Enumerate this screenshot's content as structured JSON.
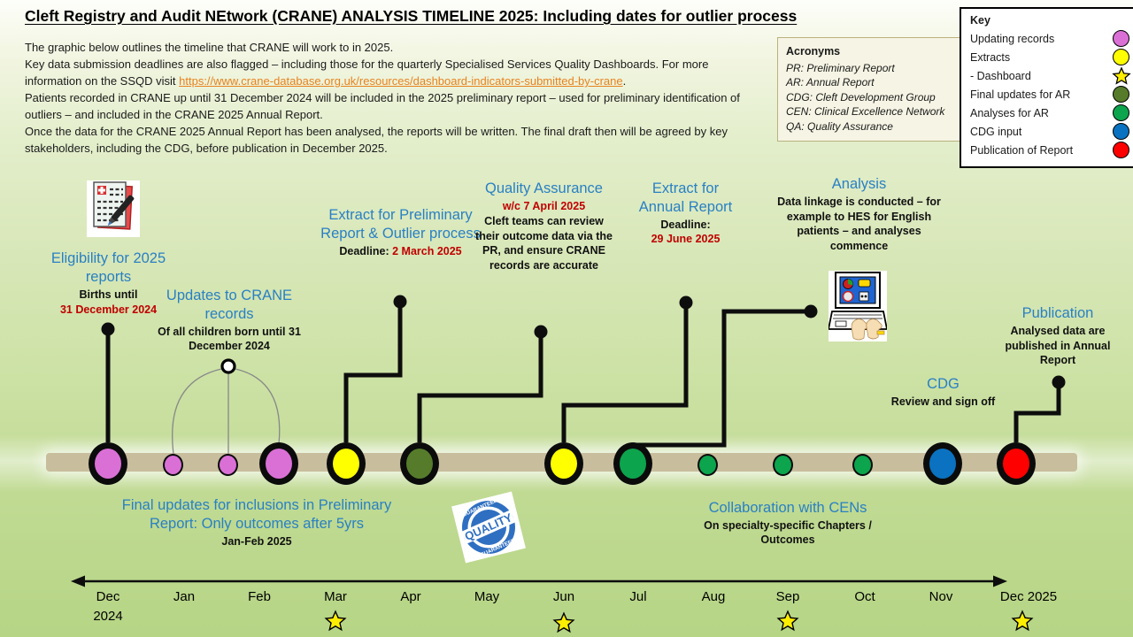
{
  "title": "Cleft Registry and Audit NEtwork (CRANE) ANALYSIS TIMELINE 2025: Including dates for outlier process",
  "intro": {
    "p1": "The graphic below outlines the timeline that CRANE will work to in 2025.",
    "p2_pre": "Key data submission deadlines are also flagged – including those for the quarterly Specialised Services Quality Dashboards. For more information on the SSQD visit ",
    "link_text": "https://www.crane-database.org.uk/resources/dashboard-indicators-submitted-by-crane",
    "p2_post": ".",
    "p3": "Patients recorded in CRANE up until 31 December 2024 will be included in the 2025 preliminary report – used for preliminary identification of outliers – and included in the CRANE 2025 Annual Report.",
    "p4": "Once the data for the CRANE 2025 Annual Report has been analysed, the reports will be written. The final draft then will be agreed by key stakeholders, including the CDG, before publication in December 2025."
  },
  "acronyms": {
    "title": "Acronyms",
    "items": [
      "PR: Preliminary Report",
      "AR: Annual Report",
      "CDG: Cleft Development Group",
      "CEN: Clinical Excellence Network",
      "QA: Quality Assurance"
    ]
  },
  "legend": {
    "title": "Key",
    "items": [
      {
        "label": "Updating records",
        "marker": "circle",
        "color": "#da70d6"
      },
      {
        "label": "Extracts",
        "marker": "circle",
        "color": "#ffff00"
      },
      {
        "label": "- Dashboard",
        "marker": "star",
        "color": "#ffee00"
      },
      {
        "label": "Final updates for AR",
        "marker": "circle",
        "color": "#567c2b"
      },
      {
        "label": "Analyses for AR",
        "marker": "circle",
        "color": "#0ca44d"
      },
      {
        "label": "CDG input",
        "marker": "circle",
        "color": "#0a72c0"
      },
      {
        "label": "Publication of Report",
        "marker": "circle",
        "color": "#ff0000"
      }
    ]
  },
  "events": {
    "eligibility": {
      "title": "Eligibility for 2025 reports",
      "sub": "Births until",
      "date": "31 December 2024"
    },
    "updates": {
      "title": "Updates to CRANE records",
      "sub": "Of all children born until 31 December 2024"
    },
    "extract_pr": {
      "title": "Extract for Preliminary Report & Outlier process",
      "deadline_label": "Deadline: ",
      "deadline": "2 March 2025"
    },
    "qa": {
      "title": "Quality Assurance",
      "date": "w/c 7 April 2025",
      "body": "Cleft teams can review their outcome data via the PR, and ensure CRANE records are accurate"
    },
    "extract_ar": {
      "title": "Extract for Annual Report",
      "deadline_label": "Deadline:",
      "deadline": "29 June 2025"
    },
    "analysis": {
      "title": "Analysis",
      "body": "Data linkage is conducted – for example to HES for English patients – and analyses commence"
    },
    "cdg": {
      "title": "CDG",
      "body": "Review and sign off"
    },
    "publication": {
      "title": "Publication",
      "body": "Analysed data are published in Annual Report"
    },
    "final_updates": {
      "title": "Final updates for inclusions in Preliminary Report: Only outcomes after 5yrs",
      "sub": "Jan-Feb 2025"
    },
    "collaboration": {
      "title": "Collaboration with CENs",
      "sub": "On specialty-specific Chapters / Outcomes"
    }
  },
  "timeline": {
    "bar_color": "#c8bd9c",
    "nodes": [
      {
        "id": "dec24-updating",
        "color": "#da70d6",
        "size": "large"
      },
      {
        "id": "jan-updating-minor",
        "color": "#da70d6",
        "size": "small"
      },
      {
        "id": "feb-updating-minor",
        "color": "#da70d6",
        "size": "small"
      },
      {
        "id": "feb-updating",
        "color": "#da70d6",
        "size": "large"
      },
      {
        "id": "mar-extract",
        "color": "#ffff00",
        "size": "large"
      },
      {
        "id": "apr-final-updates",
        "color": "#567c2b",
        "size": "large"
      },
      {
        "id": "jun-extract",
        "color": "#ffff00",
        "size": "large"
      },
      {
        "id": "jul-analyses",
        "color": "#0ca44d",
        "size": "large"
      },
      {
        "id": "aug-analyses-minor",
        "color": "#0ca44d",
        "size": "small"
      },
      {
        "id": "sep-analyses-minor",
        "color": "#0ca44d",
        "size": "small"
      },
      {
        "id": "oct-analyses-minor",
        "color": "#0ca44d",
        "size": "small"
      },
      {
        "id": "nov-cdg",
        "color": "#0a72c0",
        "size": "large"
      },
      {
        "id": "dec25-publication",
        "color": "#ff0000",
        "size": "large"
      }
    ]
  },
  "months": [
    {
      "label": "Dec",
      "sub": "2024",
      "star": false
    },
    {
      "label": "Jan",
      "star": false
    },
    {
      "label": "Feb",
      "star": false
    },
    {
      "label": "Mar",
      "star": true
    },
    {
      "label": "Apr",
      "star": false
    },
    {
      "label": "May",
      "star": false
    },
    {
      "label": "Jun",
      "star": true
    },
    {
      "label": "Jul",
      "star": false
    },
    {
      "label": "Aug",
      "star": false
    },
    {
      "label": "Sep",
      "star": true
    },
    {
      "label": "Oct",
      "star": false
    },
    {
      "label": "Nov",
      "star": false
    },
    {
      "label": "Dec 2025",
      "star": true
    }
  ],
  "stamp": {
    "word": "QUALITY",
    "top": "GUARANTEED",
    "bottom": "GUARANTEED"
  },
  "icons": {
    "record": "medical-record-icon",
    "analysis": "computer-analysis-icon",
    "stamp": "quality-stamp-icon",
    "star": "dashboard-star-icon"
  }
}
